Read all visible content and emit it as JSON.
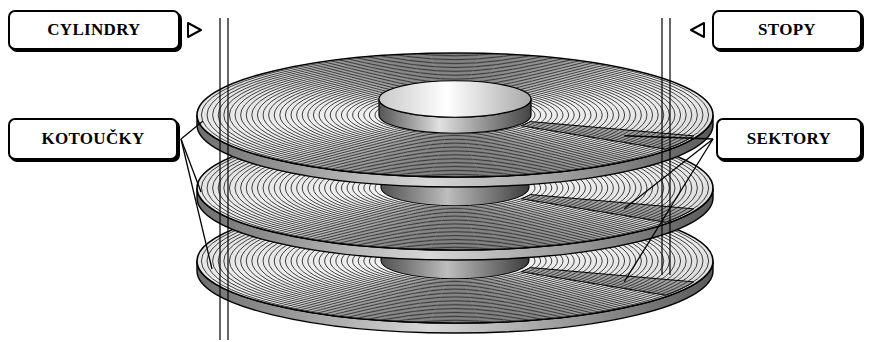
{
  "diagram": {
    "nodes": [
      {
        "text": [
          "CYLINDRY"
        ]
      },
      {
        "text": [
          "STOPY"
        ]
      },
      {
        "text": [
          "KOTOUČKY"
        ]
      },
      {
        "text": [
          "SEKTORY"
        ]
      }
    ]
  }
}
